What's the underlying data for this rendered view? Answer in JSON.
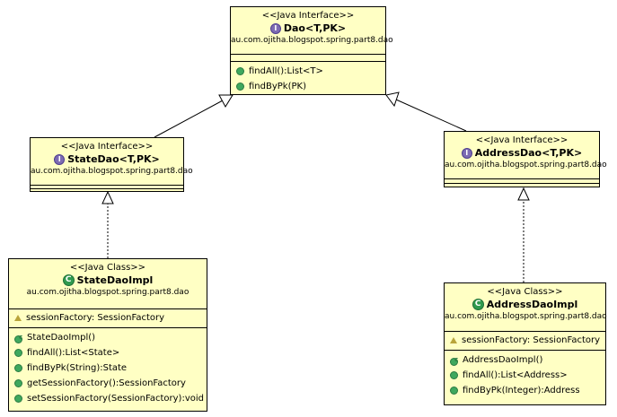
{
  "diagram": {
    "boxes": {
      "dao": {
        "stereotype": "<<Java Interface>>",
        "name": "Dao<T,PK>",
        "package": "au.com.ojitha.blogspot.spring.part8.dao",
        "icon": "interface-icon",
        "methods": [
          "findAll():List<T>",
          "findByPk(PK)"
        ]
      },
      "stateDao": {
        "stereotype": "<<Java Interface>>",
        "name": "StateDao<T,PK>",
        "package": "au.com.ojitha.blogspot.spring.part8.dao",
        "icon": "interface-icon"
      },
      "addressDao": {
        "stereotype": "<<Java Interface>>",
        "name": "AddressDao<T,PK>",
        "package": "au.com.ojitha.blogspot.spring.part8.dao",
        "icon": "interface-icon"
      },
      "stateDaoImpl": {
        "stereotype": "<<Java Class>>",
        "name": "StateDaoImpl",
        "package": "au.com.ojitha.blogspot.spring.part8.dao",
        "icon": "class-icon",
        "fields": [
          "sessionFactory: SessionFactory"
        ],
        "methods": [
          "StateDaoImpl()",
          "findAll():List<State>",
          "findByPk(String):State",
          "getSessionFactory():SessionFactory",
          "setSessionFactory(SessionFactory):void"
        ]
      },
      "addressDaoImpl": {
        "stereotype": "<<Java Class>>",
        "name": "AddressDaoImpl",
        "package": "au.com.ojitha.blogspot.spring.part8.dao",
        "icon": "class-icon",
        "fields": [
          "sessionFactory: SessionFactory"
        ],
        "methods": [
          "AddressDaoImpl()",
          "findAll():List<Address>",
          "findByPk(Integer):Address"
        ]
      }
    },
    "relations": [
      {
        "from": "StateDao<T,PK>",
        "to": "Dao<T,PK>",
        "kind": "generalization"
      },
      {
        "from": "AddressDao<T,PK>",
        "to": "Dao<T,PK>",
        "kind": "generalization"
      },
      {
        "from": "StateDaoImpl",
        "to": "StateDao<T,PK>",
        "kind": "realization"
      },
      {
        "from": "AddressDaoImpl",
        "to": "AddressDao<T,PK>",
        "kind": "realization"
      }
    ]
  }
}
